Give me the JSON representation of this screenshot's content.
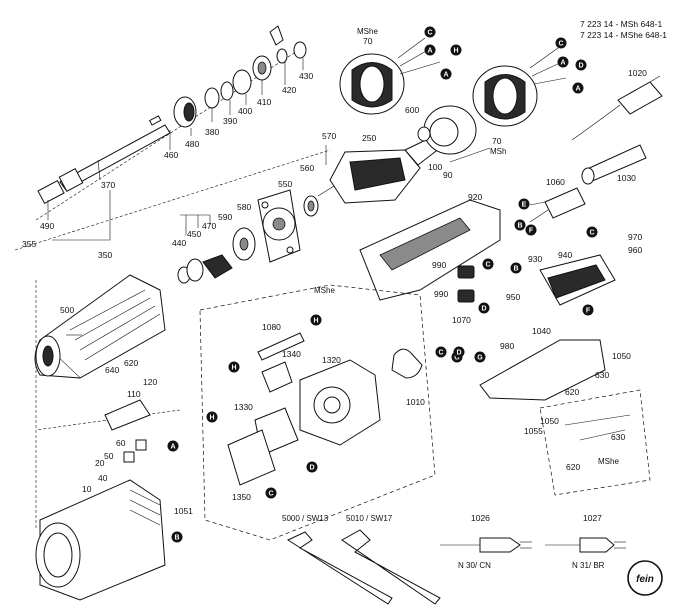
{
  "header": {
    "line1": "7 223 14 - MSh 648-1",
    "line2": "7 223 14 - MShe 648-1"
  },
  "group_labels": {
    "mshe_top": "MShe",
    "msh_mid": "MSh",
    "mshe_box": "MShe",
    "mshe_right": "MShe"
  },
  "plug_labels": {
    "cn": "N 30/ CN",
    "br": "N 31/ BR"
  },
  "wrench_labels": {
    "sw13": "5000 / SW13",
    "sw17": "5010 / SW17"
  },
  "parts": [
    {
      "id": "p10",
      "text": "10"
    },
    {
      "id": "p20",
      "text": "20"
    },
    {
      "id": "p40",
      "text": "40"
    },
    {
      "id": "p50",
      "text": "50"
    },
    {
      "id": "p60",
      "text": "60"
    },
    {
      "id": "p70a",
      "text": "70"
    },
    {
      "id": "p70b",
      "text": "70"
    },
    {
      "id": "p90",
      "text": "90"
    },
    {
      "id": "p100",
      "text": "100"
    },
    {
      "id": "p110",
      "text": "110"
    },
    {
      "id": "p120",
      "text": "120"
    },
    {
      "id": "p250",
      "text": "250"
    },
    {
      "id": "p350",
      "text": "350"
    },
    {
      "id": "p355",
      "text": "355"
    },
    {
      "id": "p370",
      "text": "370"
    },
    {
      "id": "p380",
      "text": "380"
    },
    {
      "id": "p390",
      "text": "390"
    },
    {
      "id": "p400",
      "text": "400"
    },
    {
      "id": "p410",
      "text": "410"
    },
    {
      "id": "p420",
      "text": "420"
    },
    {
      "id": "p430",
      "text": "430"
    },
    {
      "id": "p440",
      "text": "440"
    },
    {
      "id": "p450",
      "text": "450"
    },
    {
      "id": "p460",
      "text": "460"
    },
    {
      "id": "p470",
      "text": "470"
    },
    {
      "id": "p480",
      "text": "480"
    },
    {
      "id": "p490",
      "text": "490"
    },
    {
      "id": "p500",
      "text": "500"
    },
    {
      "id": "p550",
      "text": "550"
    },
    {
      "id": "p560",
      "text": "560"
    },
    {
      "id": "p570",
      "text": "570"
    },
    {
      "id": "p580",
      "text": "580"
    },
    {
      "id": "p590",
      "text": "590"
    },
    {
      "id": "p600",
      "text": "600"
    },
    {
      "id": "p620a",
      "text": "620"
    },
    {
      "id": "p620b",
      "text": "620"
    },
    {
      "id": "p620c",
      "text": "620"
    },
    {
      "id": "p630a",
      "text": "630"
    },
    {
      "id": "p630b",
      "text": "630"
    },
    {
      "id": "p640",
      "text": "640"
    },
    {
      "id": "p920",
      "text": "920"
    },
    {
      "id": "p930",
      "text": "930"
    },
    {
      "id": "p940",
      "text": "940"
    },
    {
      "id": "p950",
      "text": "950"
    },
    {
      "id": "p960",
      "text": "960"
    },
    {
      "id": "p970",
      "text": "970"
    },
    {
      "id": "p980",
      "text": "980"
    },
    {
      "id": "p990a",
      "text": "990"
    },
    {
      "id": "p990b",
      "text": "990"
    },
    {
      "id": "p1010",
      "text": "1010"
    },
    {
      "id": "p1020",
      "text": "1020"
    },
    {
      "id": "p1026",
      "text": "1026"
    },
    {
      "id": "p1027",
      "text": "1027"
    },
    {
      "id": "p1030",
      "text": "1030"
    },
    {
      "id": "p1040",
      "text": "1040"
    },
    {
      "id": "p1050a",
      "text": "1050"
    },
    {
      "id": "p1050b",
      "text": "1050"
    },
    {
      "id": "p1051",
      "text": "1051"
    },
    {
      "id": "p1055",
      "text": "1055"
    },
    {
      "id": "p1060",
      "text": "1060"
    },
    {
      "id": "p1070",
      "text": "1070"
    },
    {
      "id": "p1080",
      "text": "1080"
    },
    {
      "id": "p1320",
      "text": "1320"
    },
    {
      "id": "p1330",
      "text": "1330"
    },
    {
      "id": "p1340",
      "text": "1340"
    },
    {
      "id": "p1350",
      "text": "1350"
    }
  ],
  "refs": {
    "a": "A",
    "b": "B",
    "c": "C",
    "d": "D",
    "e": "E",
    "f": "F",
    "g": "G",
    "h": "H"
  },
  "logo": {
    "text": "fein"
  }
}
